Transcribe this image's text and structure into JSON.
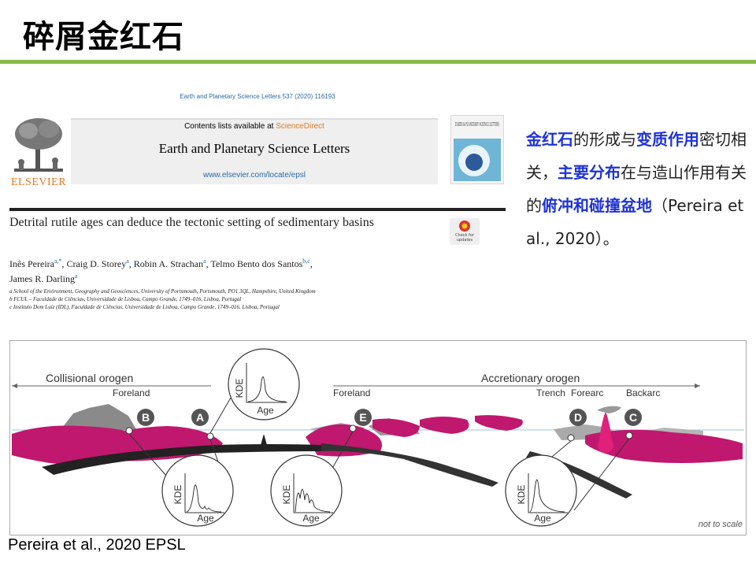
{
  "slide": {
    "title": "碎屑金红石",
    "credit": "Pereira et al., 2020 EPSL"
  },
  "paper": {
    "journal_line": "Earth and Planetary Science Letters 537 (2020) 116193",
    "contents_prefix": "Contents lists available at ",
    "contents_link": "ScienceDirect",
    "journal_name": "Earth and Planetary Science Letters",
    "journal_url": "www.elsevier.com/locate/epsl",
    "publisher": "ELSEVIER",
    "cover_text": "EARTH & PLANETARY SCIENCE LETTERS",
    "check_updates": "Check for updates",
    "title": "Detrital rutile ages can deduce the tectonic setting of sedimentary basins",
    "authors": [
      {
        "name": "Inês Pereira",
        "sup": "a,*",
        "sep": ", "
      },
      {
        "name": "Craig D. Storey",
        "sup": "a",
        "sep": ", "
      },
      {
        "name": "Robin A. Strachan",
        "sup": "a",
        "sep": ", "
      },
      {
        "name": "Telmo Bento dos Santos",
        "sup": "b,c",
        "sep": ","
      },
      {
        "name": "James R. Darling",
        "sup": "a",
        "sep": ""
      }
    ],
    "affiliations": [
      "a School of the Environment, Geography and Geosciences, University of Portsmouth, Portsmouth, PO1 3QL, Hampshire, United Kingdom",
      "b FCUL – Faculdade de Ciências, Universidade de Lisboa, Campo Grande, 1749–016, Lisboa, Portugal",
      "c Instituto Dom Luiz (IDL), Faculdade de Ciências, Universidade de Lisboa, Campo Grande, 1749–016, Lisboa, Portugal"
    ]
  },
  "side_text": [
    {
      "text": "金红石",
      "hl": true
    },
    {
      "text": "的形成与",
      "hl": false
    },
    {
      "text": "变质作用",
      "hl": true
    },
    {
      "text": "密切相关，",
      "hl": false
    },
    {
      "text": "主要分布",
      "hl": true
    },
    {
      "text": "在与造山作用有关的",
      "hl": false
    },
    {
      "text": "俯冲和碰撞盆地",
      "hl": true
    },
    {
      "text": "（Pereira et al., 2020）。",
      "hl": false
    }
  ],
  "figure": {
    "collisional": "Collisional orogen",
    "accretionary": "Accretionary orogen",
    "foreland_left": "Foreland",
    "foreland_right": "Foreland",
    "trench": "Trench",
    "forearc": "Forearc",
    "backarc": "Backarc",
    "not_to_scale": "not to scale",
    "kde": "KDE",
    "age": "Age",
    "markers": [
      "A",
      "B",
      "C",
      "D",
      "E"
    ]
  },
  "colors": {
    "accent_green": "#8bba4a",
    "highlight_blue": "#1f33d6",
    "magenta": "#c0186e",
    "link_blue": "#2a6aa8",
    "elsevier_orange": "#e87722"
  }
}
